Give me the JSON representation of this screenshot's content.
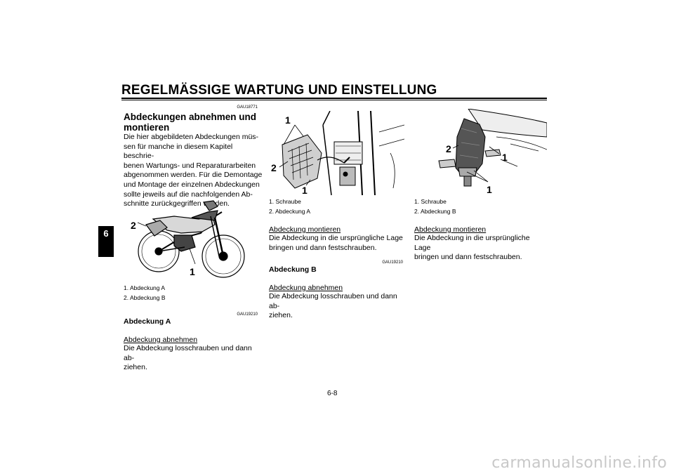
{
  "header": {
    "title": "REGELMÄSSIGE WARTUNG UND EINSTELLUNG",
    "chapter_number": "6"
  },
  "col1": {
    "code1": "GAU18771",
    "heading": "Abdeckungen abnehmen und montieren",
    "intro": "Die hier abgebildeten Abdeckungen müs-\nsen für manche in diesem Kapitel beschrie-\nbenen Wartungs- und Reparaturarbeiten\nabgenommen werden. Für die Demontage\nund Montage der einzelnen Abdeckungen\nsollte jeweils auf die nachfolgenden Ab-\nschnitte zurückgegriffen werden.",
    "figure_labels": [
      "2",
      "1"
    ],
    "captions": [
      "1. Abdeckung A",
      "2. Abdeckung B"
    ],
    "code2": "GAU19210",
    "subheading": "Abdeckung A",
    "step_title": "Abdeckung abnehmen",
    "step_text": "Die Abdeckung losschrauben und dann ab-\nziehen."
  },
  "col2": {
    "figure_labels": [
      "1",
      "2",
      "1"
    ],
    "captions": [
      "1. Schraube",
      "2. Abdeckung A"
    ],
    "step_title": "Abdeckung montieren",
    "step_text": "Die Abdeckung in die ursprüngliche Lage\nbringen und dann festschrauben.",
    "code": "GAU19210",
    "subheading": "Abdeckung B",
    "step2_title": "Abdeckung abnehmen",
    "step2_text": "Die Abdeckung losschrauben und dann ab-\nziehen."
  },
  "col3": {
    "figure_labels": [
      "2",
      "1",
      "1"
    ],
    "captions": [
      "1. Schraube",
      "2. Abdeckung B"
    ],
    "step_title": "Abdeckung montieren",
    "step_text": "Die Abdeckung in die ursprüngliche Lage\nbringen und dann festschrauben."
  },
  "footer": {
    "page_number": "6-8",
    "watermark": "carmanualsonline.info"
  }
}
